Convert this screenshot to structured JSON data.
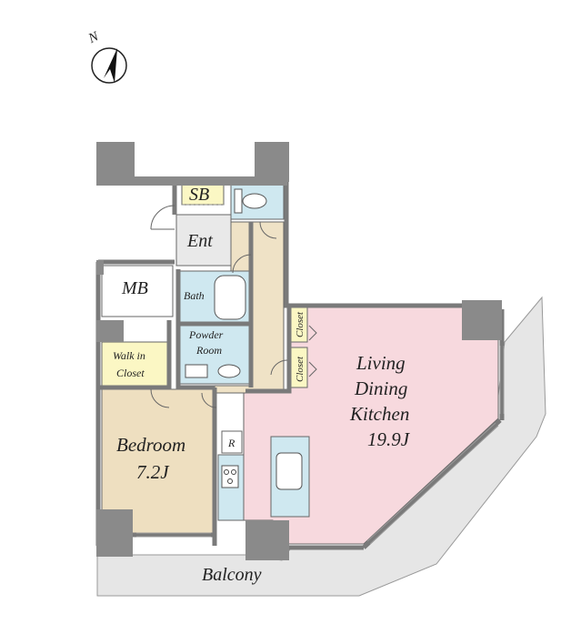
{
  "compass": {
    "north_label": "N",
    "icon": "north-arrow-icon"
  },
  "rooms": {
    "sb": "SB",
    "ent": "Ent",
    "mb": "MB",
    "bath": "Bath",
    "powder_room": [
      "Powder",
      "Room"
    ],
    "walk_in_closet": [
      "Walk in",
      "Closet"
    ],
    "closet_1": "Closet",
    "closet_2": "Closet",
    "ldk": [
      "Living",
      "Dining",
      "Kitchen",
      "19.9J"
    ],
    "bedroom": [
      "Bedroom",
      "7.2J"
    ],
    "refrigerator": "R",
    "balcony": "Balcony"
  },
  "colors": {
    "ldk": "#f7d9de",
    "bedroom": "#eedfc0",
    "corridor": "#efe2c6",
    "wet_area": "#cfe8f0",
    "storage": "#fbf7c4",
    "entrance": "#e9e9e9",
    "balcony": "#e6e6e6",
    "wall": "#7a7a7a",
    "pillar": "#8a8a8a"
  }
}
